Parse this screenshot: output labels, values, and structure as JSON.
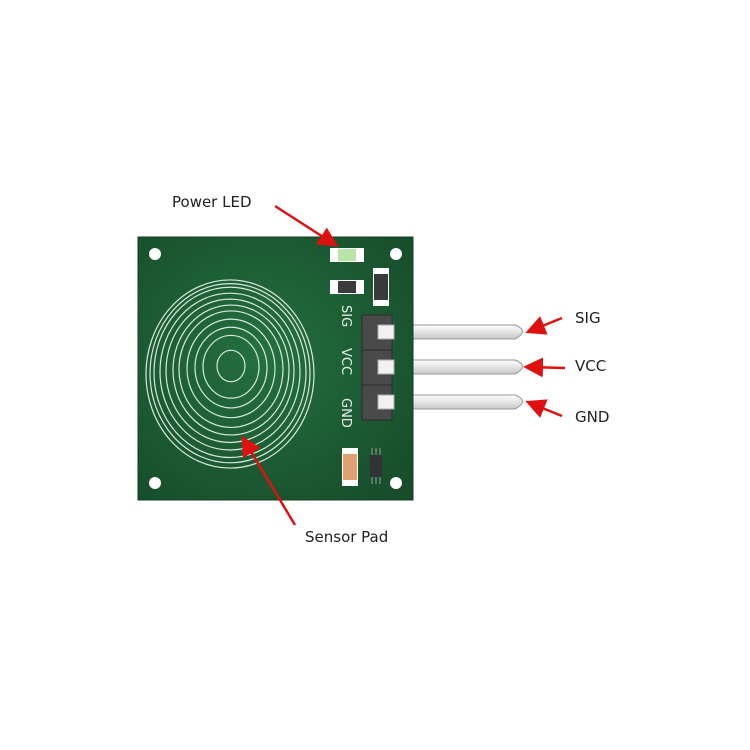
{
  "labels": {
    "power_led": "Power LED",
    "sig": "SIG",
    "vcc": "VCC",
    "gnd": "GND",
    "sensor_pad": "Sensor Pad"
  },
  "silkscreen": {
    "sig": "SIG",
    "vcc": "VCC",
    "gnd": "GND"
  },
  "colors": {
    "board": "#1e5e36",
    "arrow": "#e01010",
    "trace": "#d8e8dc"
  }
}
